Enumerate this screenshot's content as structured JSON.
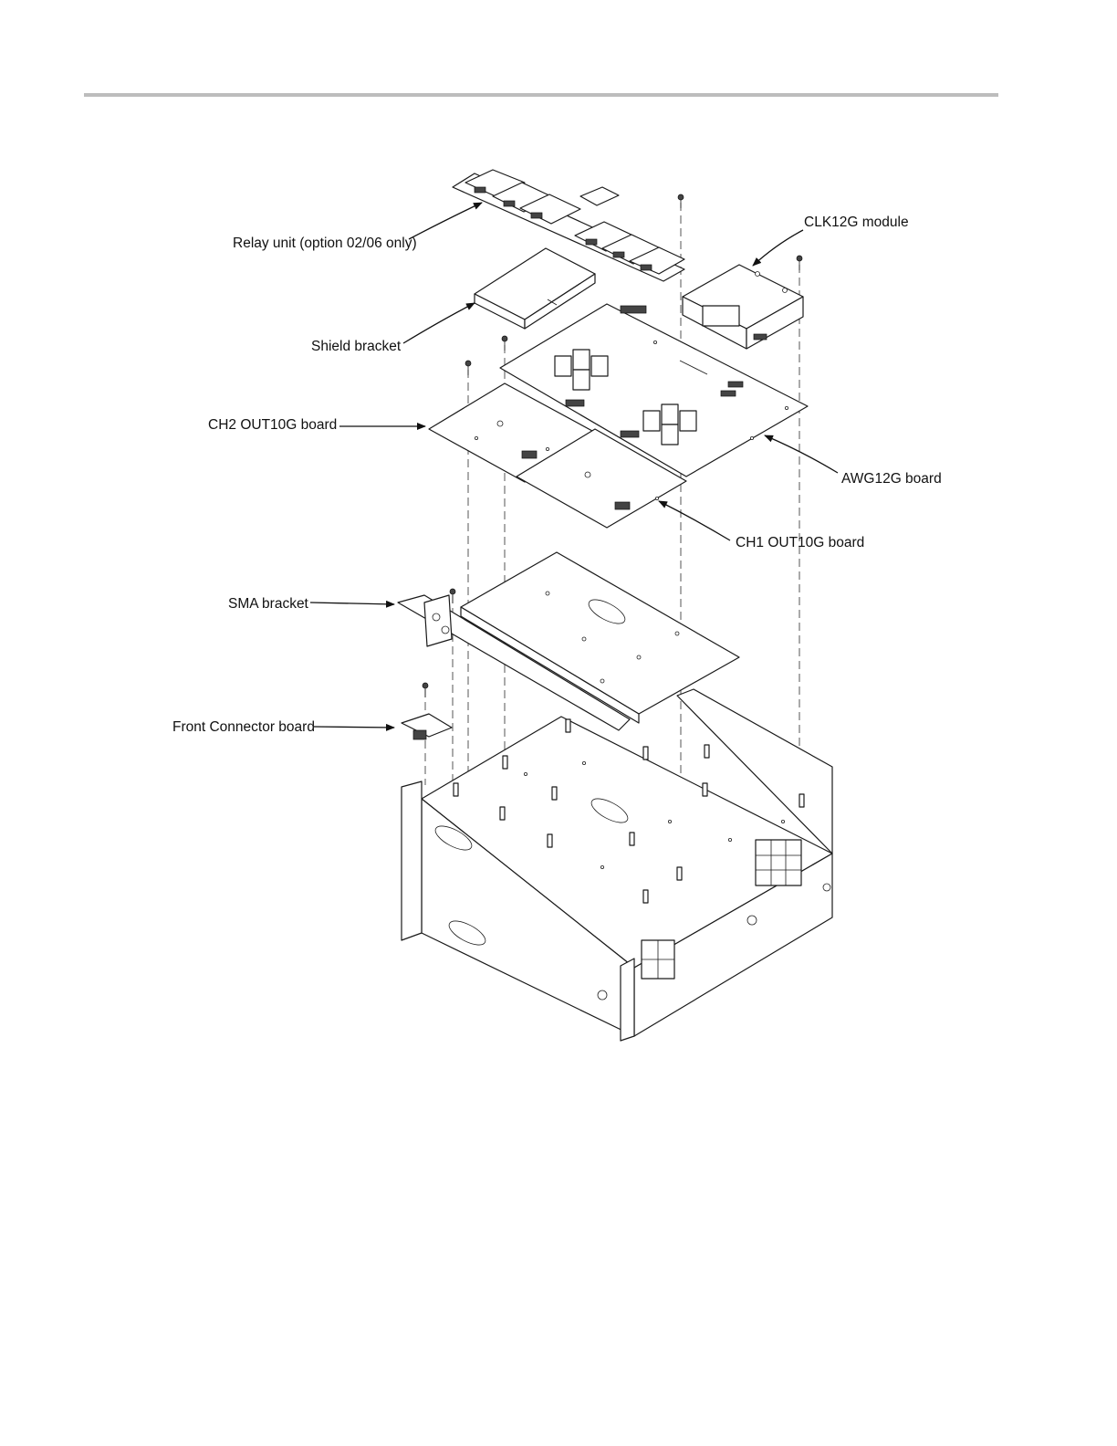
{
  "figure": {
    "labels": {
      "relay_unit": "Relay unit (option 02/06 only)",
      "clk12g_module": "CLK12G module",
      "shield_bracket": "Shield bracket",
      "ch2_out10g_board": "CH2 OUT10G board",
      "awg12g_board": "AWG12G board",
      "ch1_out10g_board": "CH1 OUT10G board",
      "sma_bracket": "SMA bracket",
      "front_connector_board": "Front Connector board"
    }
  }
}
